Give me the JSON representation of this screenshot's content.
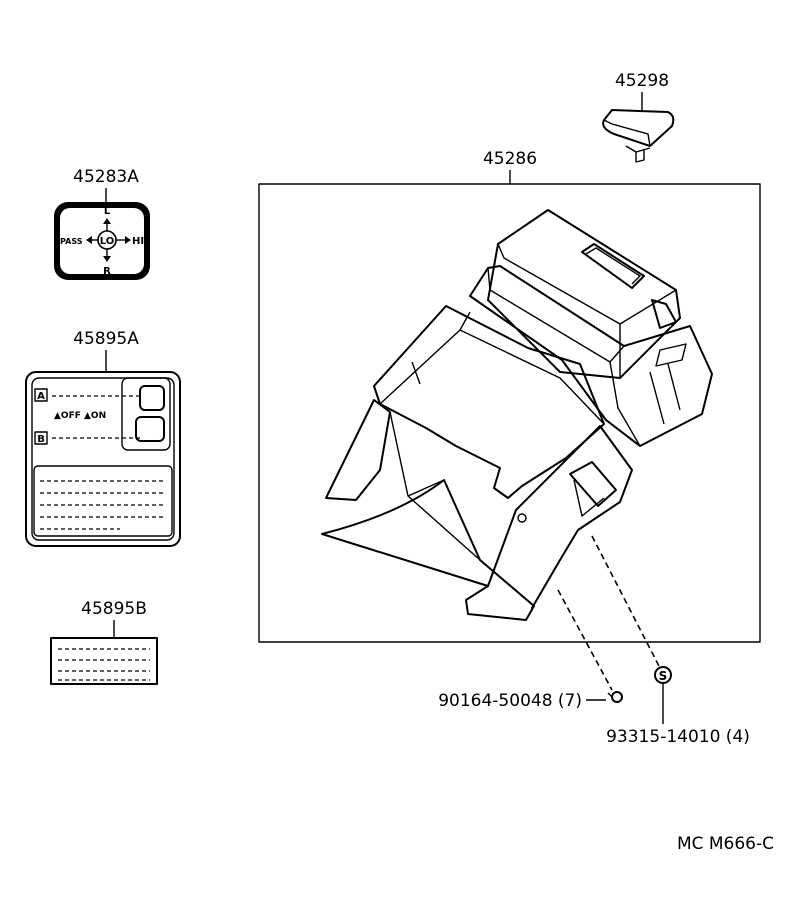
{
  "parts": {
    "p45298": "45298",
    "p45286": "45286",
    "p45283A": "45283A",
    "p45895A": "45895A",
    "p45895B": "45895B",
    "screw": "90164-50048 (7)",
    "screw_s": "93315-14010 (4)"
  },
  "label_45283A": {
    "left": "L",
    "pass": "PASS",
    "lo": "LO",
    "hi": "HI",
    "right": "R"
  },
  "label_45895A": {
    "mark_a": "A",
    "mark_b": "B",
    "off_on": "▲OFF ▲ON"
  },
  "screw_mark": "S",
  "footer_code": "MC M666-C"
}
